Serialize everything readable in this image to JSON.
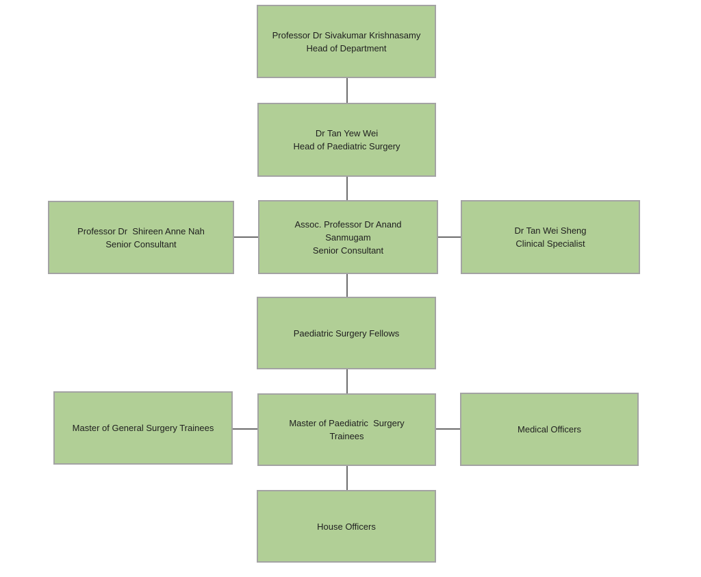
{
  "colors": {
    "box_fill": "#b1cf96",
    "box_border": "#a3a3a3",
    "connector": "#3c3c3c",
    "text": "#1e1e1e"
  },
  "nodes": {
    "head_of_department": {
      "name": "Professor Dr Sivakumar Krishnasamy",
      "title": "Head of Department"
    },
    "head_paediatric_surgery": {
      "name": "Dr Tan Yew Wei",
      "title": "Head of Paediatric Surgery"
    },
    "senior_consultant_left": {
      "name": "Professor Dr  Shireen Anne Nah",
      "title": "Senior Consultant"
    },
    "senior_consultant_center": {
      "name_line1": "Assoc. Professor Dr Anand",
      "name_line2": "Sanmugam",
      "title": "Senior Consultant"
    },
    "clinical_specialist": {
      "name": "Dr Tan Wei Sheng",
      "title": "Clinical Specialist"
    },
    "fellows": {
      "label": "Paediatric Surgery Fellows"
    },
    "general_surgery_trainees": {
      "label": "Master of General Surgery Trainees"
    },
    "paediatric_surgery_trainees": {
      "line1": "Master of Paediatric  Surgery",
      "line2": "Trainees"
    },
    "medical_officers": {
      "label": "Medical Officers"
    },
    "house_officers": {
      "label": "House Officers"
    }
  }
}
